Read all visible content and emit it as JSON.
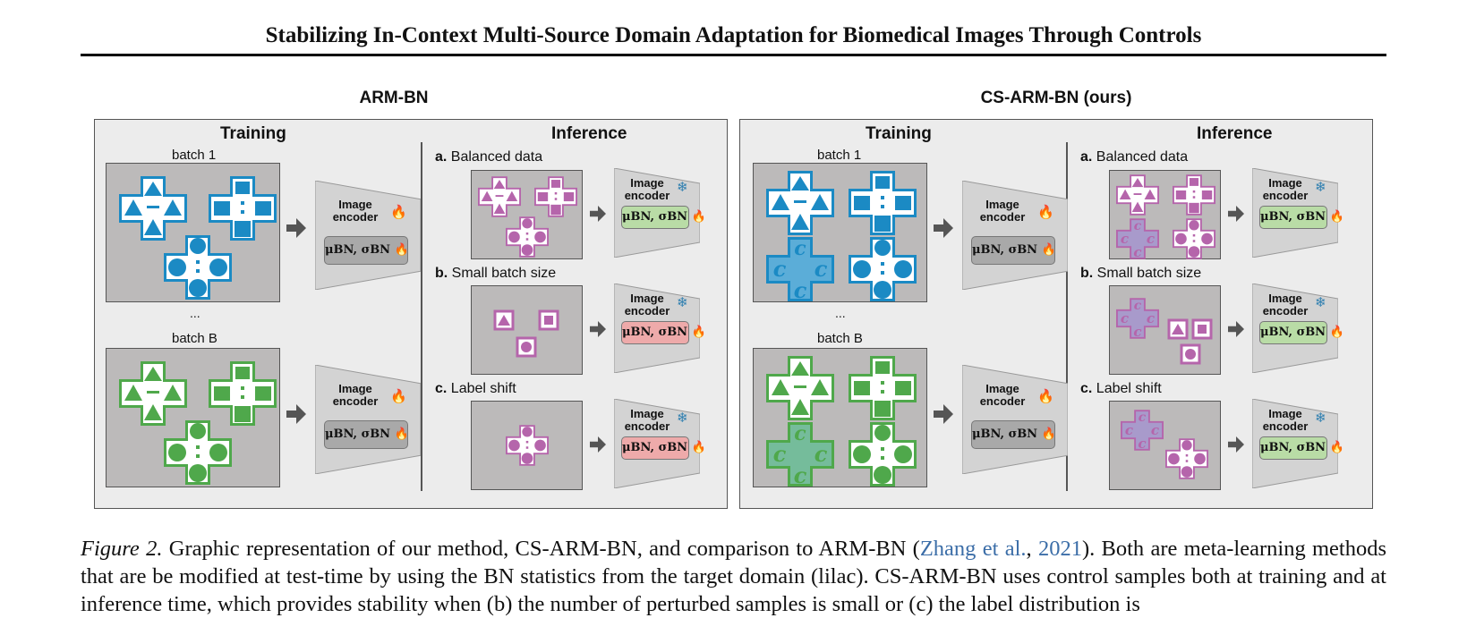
{
  "paper_title": "Stabilizing In-Context Multi-Source Domain Adaptation for Biomedical Images Through Controls",
  "left_panel": {
    "title": "ARM-BN",
    "training": "Training",
    "inference": "Inference",
    "batch1": "batch 1",
    "dots": "...",
    "batchB": "batch B",
    "a_letter": "a.",
    "a_text": "Balanced data",
    "b_letter": "b.",
    "b_text": "Small batch size",
    "c_letter": "c.",
    "c_text": "Label shift"
  },
  "right_panel": {
    "title": "CS-ARM-BN (ours)",
    "training": "Training",
    "inference": "Inference",
    "batch1": "batch 1",
    "dots": "...",
    "batchB": "batch B",
    "a_letter": "a.",
    "a_text": "Balanced data",
    "b_letter": "b.",
    "b_text": "Small batch size",
    "c_letter": "c.",
    "c_text": "Label shift"
  },
  "encoder": {
    "line1": "Image",
    "line2": "encoder",
    "bn_stats": "μBN, σBN"
  },
  "icons": {
    "trainable": "flame-icon",
    "frozen": "snowflake-icon"
  },
  "colors": {
    "blue": "#1b8ac4",
    "green": "#4fa84b",
    "lilac": "#b565ab",
    "bn_gray": "#a9a9a9",
    "bn_green": "#b9dca6",
    "bn_red": "#eeaaaa"
  },
  "caption": {
    "fig_label": "Figure 2.",
    "text_before_cite": " Graphic representation of our method, CS-ARM-BN, and comparison to ARM-BN (",
    "cite_author": "Zhang et al.",
    "cite_sep": ", ",
    "cite_year": "2021",
    "text_after_cite": "). Both are meta-learning methods that are be modified at test-time by using the BN statistics from the target domain (lilac). CS-ARM-BN uses control samples both at training and at inference time, which provides stability when (b) the number of perturbed samples is small or (c) the label distribution is"
  }
}
